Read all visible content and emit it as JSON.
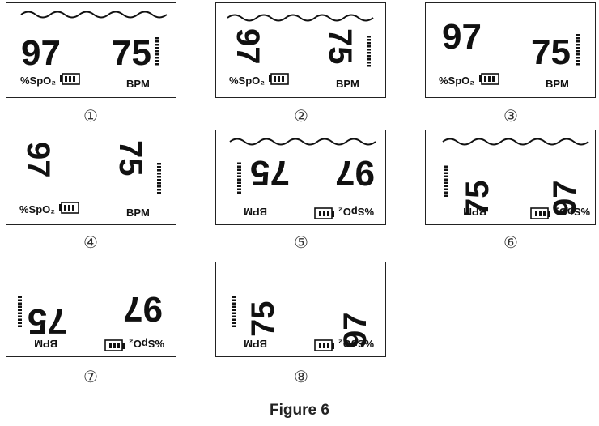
{
  "figure_caption": "Figure 6",
  "display": {
    "spo2_value": "97",
    "pulse_value": "75",
    "spo2_label": "%SpO₂",
    "pulse_label": "BPM"
  },
  "panels": [
    {
      "marker": "①",
      "orientation": "normal",
      "waveform": true
    },
    {
      "marker": "②",
      "orientation": "digits-rotated-90",
      "waveform": true
    },
    {
      "marker": "③",
      "orientation": "normal",
      "waveform": false
    },
    {
      "marker": "④",
      "orientation": "digits-rotated-90",
      "waveform": false
    },
    {
      "marker": "⑤",
      "orientation": "rotated-180",
      "waveform": true
    },
    {
      "marker": "⑥",
      "orientation": "rotated-180-digits-rotated-90",
      "waveform": true
    },
    {
      "marker": "⑦",
      "orientation": "rotated-180",
      "waveform": false
    },
    {
      "marker": "⑧",
      "orientation": "rotated-180-digits-rotated-90",
      "waveform": false
    }
  ]
}
